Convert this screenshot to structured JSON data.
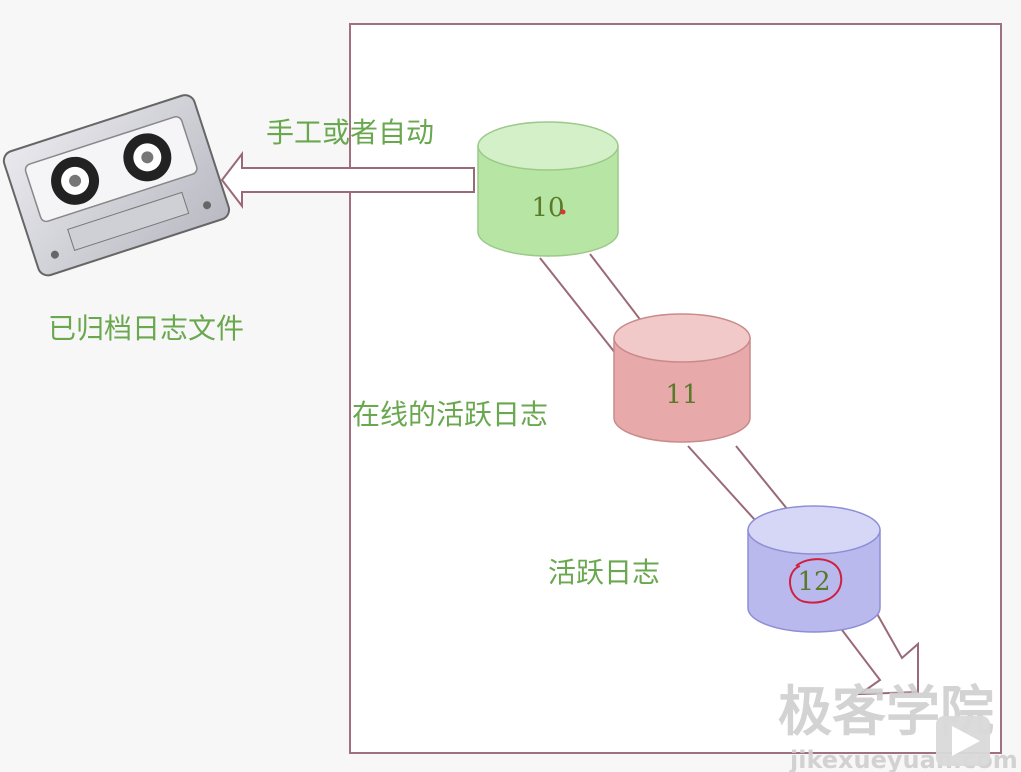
{
  "labels": {
    "archived_log": "已归档日志文件",
    "manual_or_auto": "手工或者自动",
    "online_active_log": "在线的活跃日志",
    "active_log": "活跃日志"
  },
  "cylinders": [
    {
      "id": "10",
      "label": "10",
      "color_top": "#d4f0c8",
      "color_body": "#b7e6a4",
      "stroke": "#9cc98a"
    },
    {
      "id": "11",
      "label": "11",
      "color_top": "#f2c9c9",
      "color_body": "#e7a9a9",
      "stroke": "#c98a8a"
    },
    {
      "id": "12",
      "label": "12",
      "color_top": "#d6d6f6",
      "color_body": "#b9b9ee",
      "stroke": "#8e8ed6"
    }
  ],
  "watermark": {
    "brand": "极客学院",
    "url": "jikexueyuan.com"
  },
  "colors": {
    "arrow_stroke": "#9a6a78",
    "frame_stroke": "#a0707f",
    "label_green": "#6aa84f"
  }
}
